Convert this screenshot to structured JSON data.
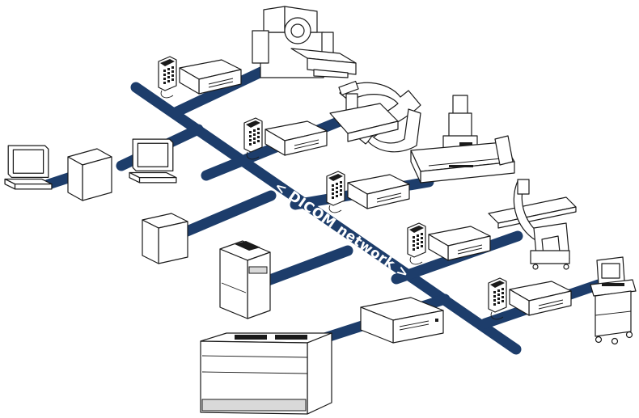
{
  "network": {
    "label": "< DICOM network >",
    "color": "#1d3d6b"
  },
  "devices": [
    {
      "id": "ct-scanner",
      "icon": "ct-scanner-icon"
    },
    {
      "id": "c-arm-angiography",
      "icon": "c-arm-icon"
    },
    {
      "id": "x-ray-table",
      "icon": "x-ray-table-icon"
    },
    {
      "id": "mobile-c-arm",
      "icon": "mobile-c-arm-icon"
    },
    {
      "id": "ultrasound",
      "icon": "ultrasound-cart-icon"
    },
    {
      "id": "workstation-left",
      "icon": "monitor-workstation-icon"
    },
    {
      "id": "workstation-center",
      "icon": "monitor-workstation-icon"
    },
    {
      "id": "server",
      "icon": "server-tower-icon"
    },
    {
      "id": "film-digitizer",
      "icon": "film-digitizer-icon"
    },
    {
      "id": "storage-unit",
      "icon": "storage-box-icon"
    },
    {
      "id": "laser-printer",
      "icon": "laser-imager-icon"
    },
    {
      "id": "gateway-1",
      "icon": "dicom-gateway-icon"
    },
    {
      "id": "gateway-2",
      "icon": "dicom-gateway-icon"
    },
    {
      "id": "gateway-3",
      "icon": "dicom-gateway-icon"
    },
    {
      "id": "gateway-4",
      "icon": "dicom-gateway-icon"
    },
    {
      "id": "gateway-5",
      "icon": "dicom-gateway-icon"
    }
  ]
}
